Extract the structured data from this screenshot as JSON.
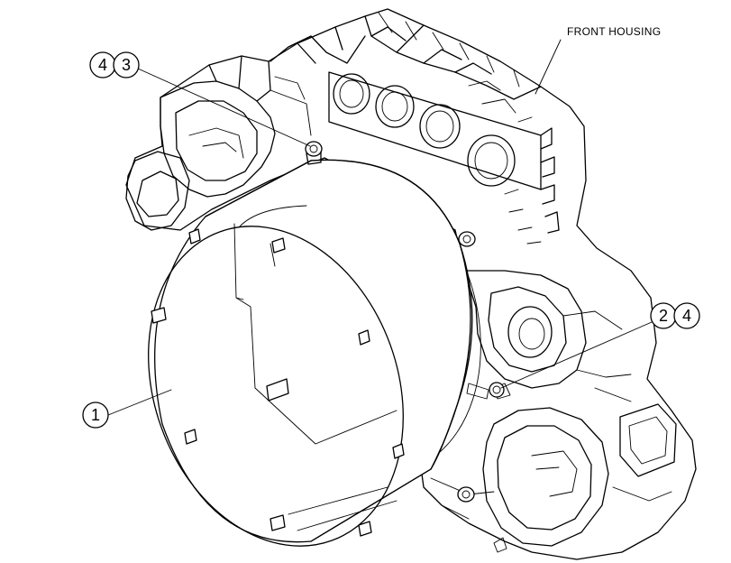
{
  "diagram": {
    "label": "FRONT HOUSING",
    "callouts": [
      {
        "id": "c43a",
        "text": "4"
      },
      {
        "id": "c43b",
        "text": "3"
      },
      {
        "id": "c24a",
        "text": "2"
      },
      {
        "id": "c24b",
        "text": "4"
      },
      {
        "id": "c1",
        "text": "1"
      }
    ]
  }
}
